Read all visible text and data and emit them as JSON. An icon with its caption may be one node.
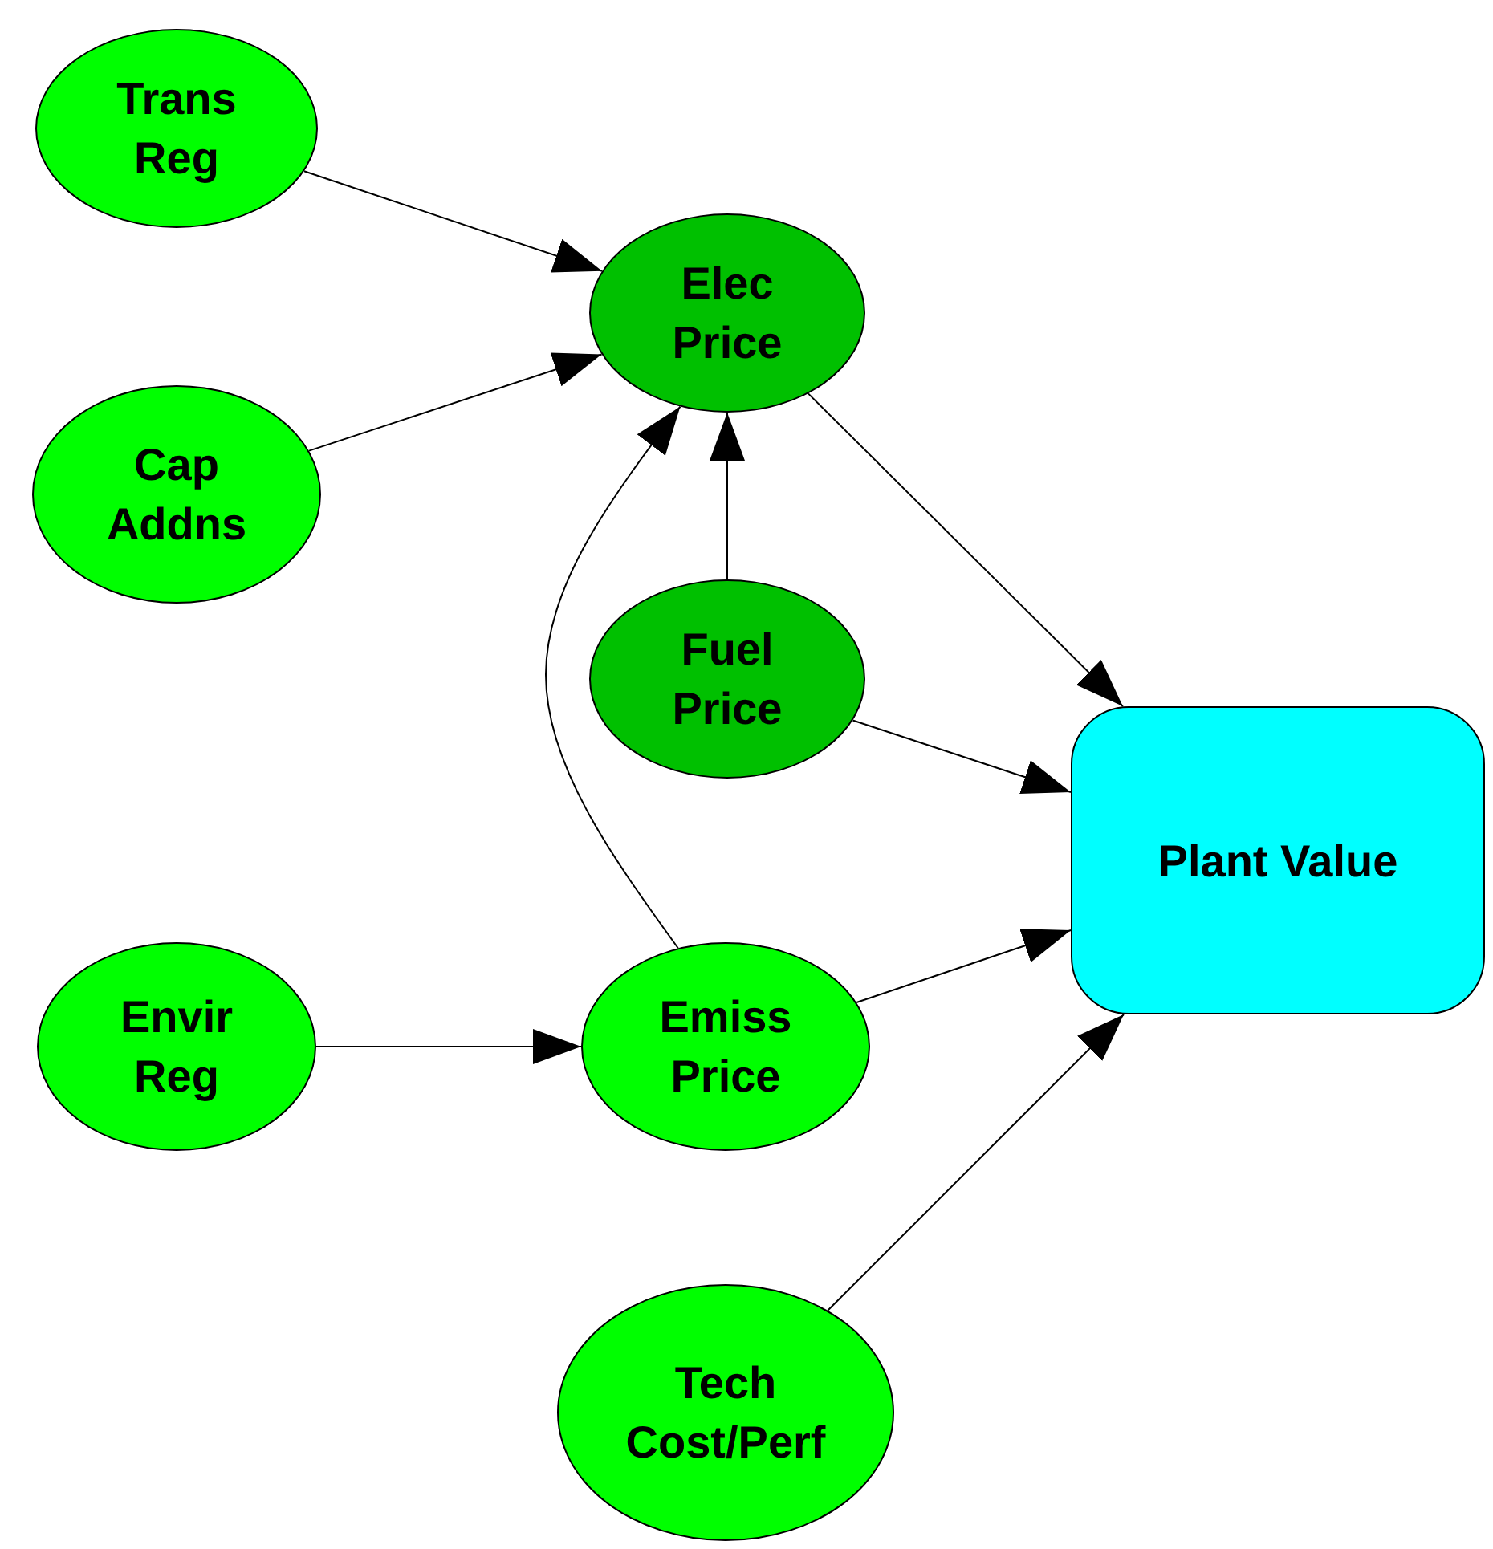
{
  "diagram": {
    "nodes": [
      {
        "text": [
          "Trans Reg"
        ]
      },
      {
        "text": [
          "Elec Price"
        ]
      },
      {
        "text": [
          "Cap Addns"
        ]
      },
      {
        "text": [
          "Fuel Price"
        ]
      },
      {
        "text": [
          "Plant Value"
        ]
      },
      {
        "text": [
          "Envir Reg"
        ]
      },
      {
        "text": [
          "Emiss Price"
        ]
      },
      {
        "text": [
          "Tech Cost/Perf"
        ]
      }
    ],
    "edges": [
      {
        "from": 0,
        "to": 1,
        "arrow": "to"
      },
      {
        "from": 2,
        "to": 1,
        "arrow": "to"
      },
      {
        "from": 6,
        "to": 1,
        "arrow": "to"
      },
      {
        "from": 3,
        "to": 1,
        "arrow": "to"
      },
      {
        "from": 1,
        "to": 4,
        "arrow": "to"
      },
      {
        "from": 3,
        "to": 4,
        "arrow": "to"
      },
      {
        "from": 5,
        "to": 6,
        "arrow": "to"
      },
      {
        "from": 6,
        "to": 4,
        "arrow": "to"
      },
      {
        "from": 7,
        "to": 4,
        "arrow": "to"
      }
    ]
  }
}
